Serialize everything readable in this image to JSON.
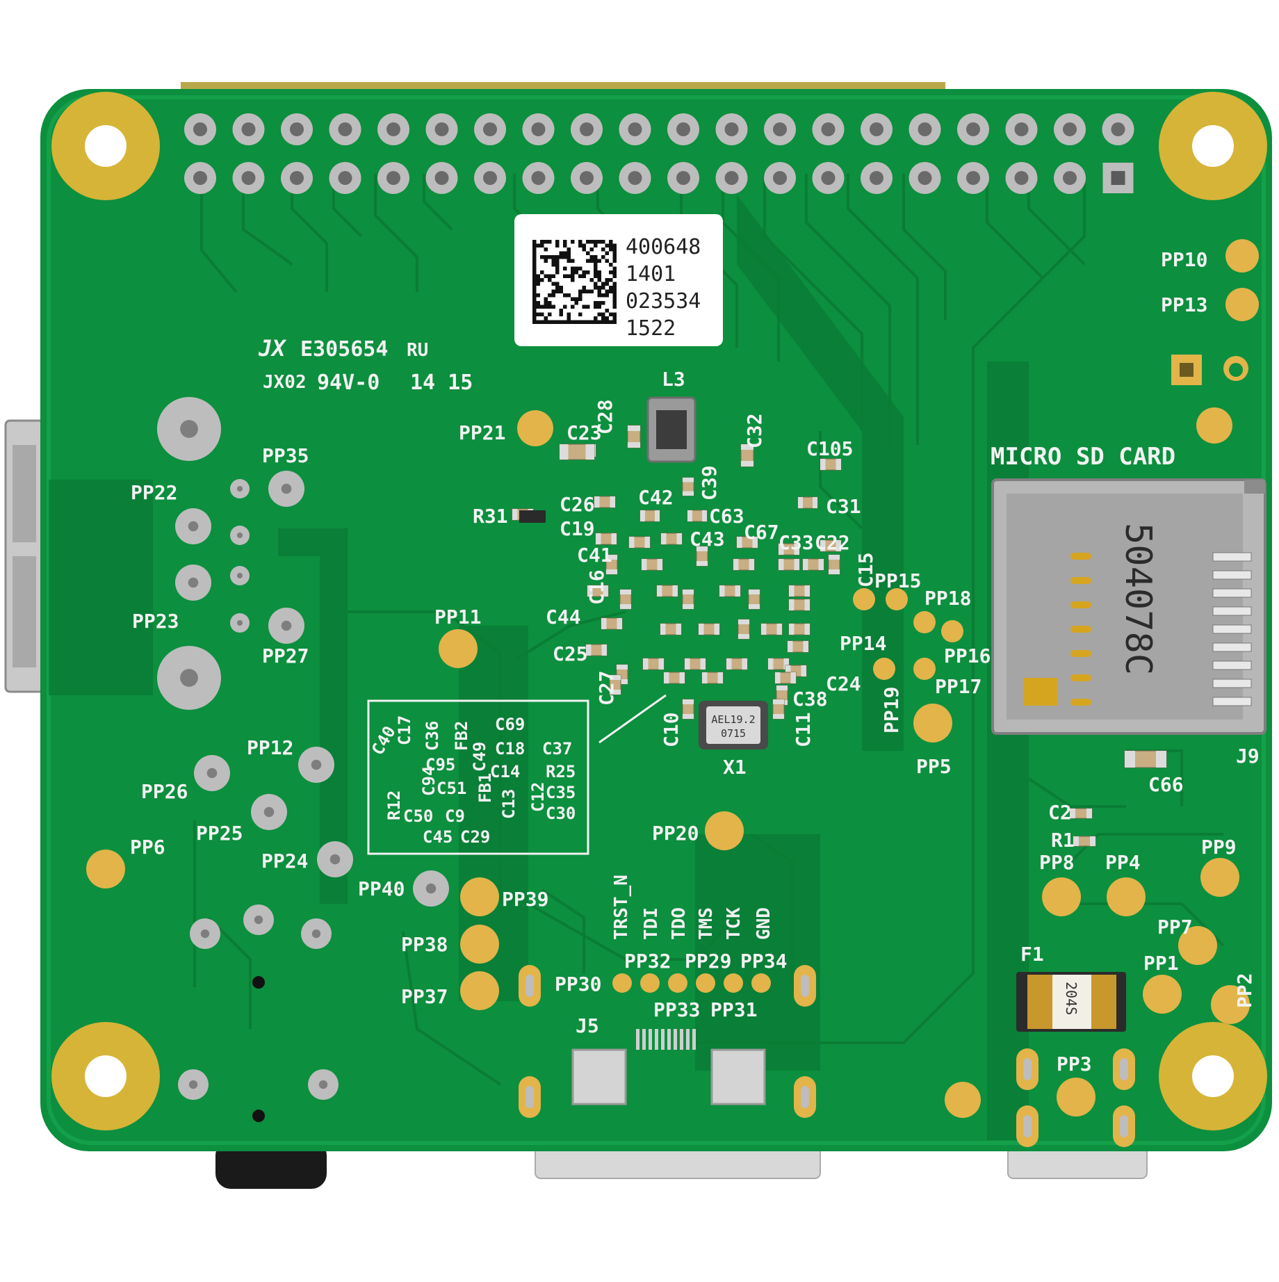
{
  "colors": {
    "pcb": "#0c8f3e",
    "pcb_dark": "#087535",
    "trace": "#0a8035",
    "pad_gold": "#e2b44a",
    "ring_gold": "#d6b437",
    "silver": "#bdbdbd",
    "silk": "#f2f2f2"
  },
  "sticker": {
    "lines": [
      "400648",
      "1401",
      "023534",
      "1522"
    ]
  },
  "markings": {
    "ul_code": "E305654",
    "maker_code": "JX02",
    "flammability": "94V-0",
    "date_code": "14 15",
    "crystal_line1": "AEL19.2",
    "crystal_line2": "0715",
    "sd_part": "504078C",
    "fuse_code": "204S"
  },
  "headings": {
    "micro_sd": "MICRO SD CARD"
  },
  "jtag_labels": [
    "TRST_N",
    "TDI",
    "TDO",
    "TMS",
    "TCK",
    "GND"
  ],
  "designators": [
    {
      "id": "PP10",
      "t": "PP10"
    },
    {
      "id": "PP13",
      "t": "PP13"
    },
    {
      "id": "L3",
      "t": "L3"
    },
    {
      "id": "PP21",
      "t": "PP21"
    },
    {
      "id": "C23",
      "t": "C23"
    },
    {
      "id": "C28",
      "t": "C28"
    },
    {
      "id": "C32",
      "t": "C32"
    },
    {
      "id": "C105",
      "t": "C105"
    },
    {
      "id": "PP35",
      "t": "PP35"
    },
    {
      "id": "PP22",
      "t": "PP22"
    },
    {
      "id": "R31",
      "t": "R31"
    },
    {
      "id": "C26",
      "t": "C26"
    },
    {
      "id": "C42",
      "t": "C42"
    },
    {
      "id": "C39",
      "t": "C39"
    },
    {
      "id": "C31",
      "t": "C31"
    },
    {
      "id": "C19",
      "t": "C19"
    },
    {
      "id": "C63",
      "t": "C63"
    },
    {
      "id": "C43",
      "t": "C43"
    },
    {
      "id": "C67",
      "t": "C67"
    },
    {
      "id": "C33",
      "t": "C33"
    },
    {
      "id": "C22",
      "t": "C22"
    },
    {
      "id": "C41",
      "t": "C41"
    },
    {
      "id": "C16",
      "t": "C16"
    },
    {
      "id": "C15",
      "t": "C15"
    },
    {
      "id": "PP15",
      "t": "PP15"
    },
    {
      "id": "PP18",
      "t": "PP18"
    },
    {
      "id": "PP23",
      "t": "PP23"
    },
    {
      "id": "PP11",
      "t": "PP11"
    },
    {
      "id": "C44",
      "t": "C44"
    },
    {
      "id": "PP14",
      "t": "PP14"
    },
    {
      "id": "PP16",
      "t": "PP16"
    },
    {
      "id": "PP27",
      "t": "PP27"
    },
    {
      "id": "C25",
      "t": "C25"
    },
    {
      "id": "C24",
      "t": "C24"
    },
    {
      "id": "PP17",
      "t": "PP17"
    },
    {
      "id": "C27",
      "t": "C27"
    },
    {
      "id": "C38",
      "t": "C38"
    },
    {
      "id": "PP19",
      "t": "PP19"
    },
    {
      "id": "C10",
      "t": "C10"
    },
    {
      "id": "C11",
      "t": "C11"
    },
    {
      "id": "X1",
      "t": "X1"
    },
    {
      "id": "PP5",
      "t": "PP5"
    },
    {
      "id": "J9",
      "t": "J9"
    },
    {
      "id": "C66",
      "t": "C66"
    },
    {
      "id": "PP12",
      "t": "PP12"
    },
    {
      "id": "PP26",
      "t": "PP26"
    },
    {
      "id": "PP25",
      "t": "PP25"
    },
    {
      "id": "PP6",
      "t": "PP6"
    },
    {
      "id": "PP24",
      "t": "PP24"
    },
    {
      "id": "C2",
      "t": "C2"
    },
    {
      "id": "R1",
      "t": "R1"
    },
    {
      "id": "PP20",
      "t": "PP20"
    },
    {
      "id": "PP9",
      "t": "PP9"
    },
    {
      "id": "PP8",
      "t": "PP8"
    },
    {
      "id": "PP4",
      "t": "PP4"
    },
    {
      "id": "PP40",
      "t": "PP40"
    },
    {
      "id": "PP39",
      "t": "PP39"
    },
    {
      "id": "PP7",
      "t": "PP7"
    },
    {
      "id": "PP38",
      "t": "PP38"
    },
    {
      "id": "F1",
      "t": "F1"
    },
    {
      "id": "PP1",
      "t": "PP1"
    },
    {
      "id": "PP2",
      "t": "PP2"
    },
    {
      "id": "PP32",
      "t": "PP32"
    },
    {
      "id": "PP29",
      "t": "PP29"
    },
    {
      "id": "PP34",
      "t": "PP34"
    },
    {
      "id": "PP30",
      "t": "PP30"
    },
    {
      "id": "PP37",
      "t": "PP37"
    },
    {
      "id": "PP33",
      "t": "PP33"
    },
    {
      "id": "PP31",
      "t": "PP31"
    },
    {
      "id": "J5",
      "t": "J5"
    },
    {
      "id": "PP3",
      "t": "PP3"
    }
  ],
  "box_labels": [
    "C40",
    "C17",
    "C36",
    "FB2",
    "C69",
    "C18",
    "C37",
    "C95",
    "C49",
    "C14",
    "R25",
    "R12",
    "C94",
    "C51",
    "FB1",
    "C13",
    "C12",
    "C35",
    "C50",
    "C9",
    "C30",
    "C45",
    "C29"
  ]
}
